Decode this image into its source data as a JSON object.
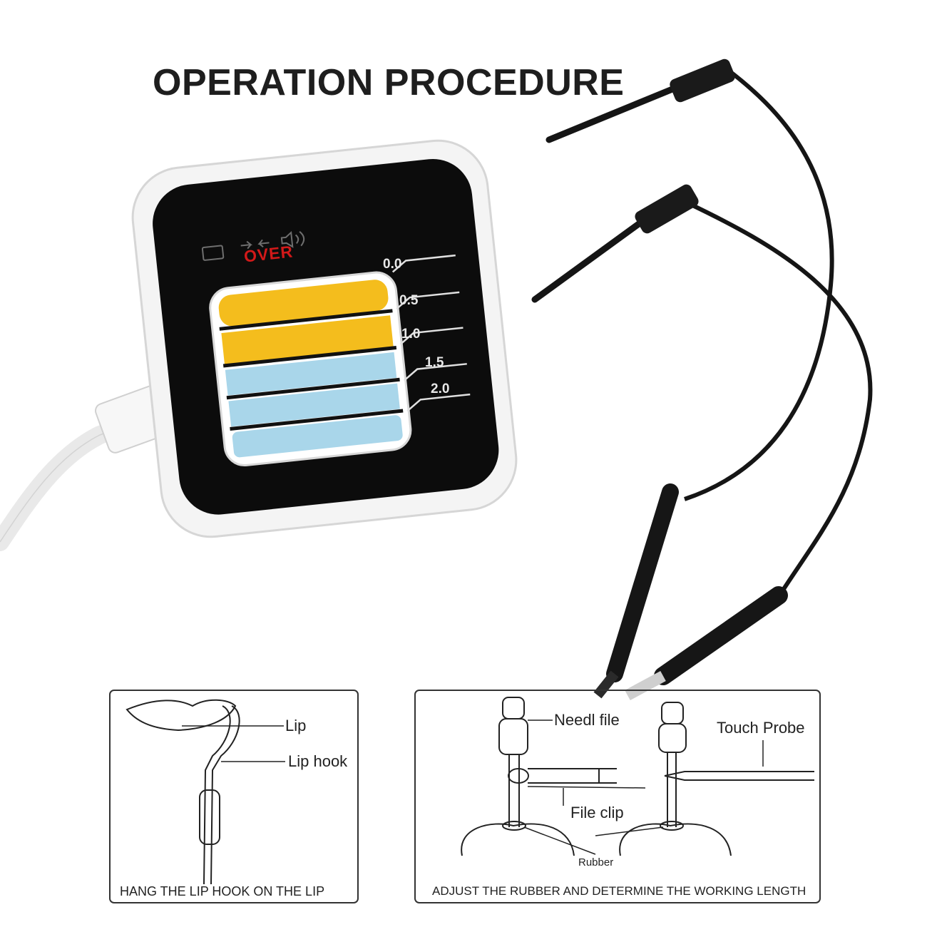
{
  "title": "OPERATION PROCEDURE",
  "device": {
    "indicator": "OVER",
    "scale": [
      "0.0",
      "0.5",
      "1.0",
      "1.5",
      "2.0"
    ],
    "colors": {
      "yellow": "#f4bd1d",
      "blue": "#a9d6ea",
      "screen": "#0c0c0c",
      "over": "#d21919"
    },
    "icons": [
      "battery-icon",
      "arrows-icon",
      "speaker-icon"
    ]
  },
  "panel_left": {
    "labels": {
      "lip": "Lip",
      "lip_hook": "Lip hook"
    },
    "caption": "HANG THE LIP HOOK ON THE LIP"
  },
  "panel_right": {
    "labels": {
      "needle_file": "Needl file",
      "touch_probe": "Touch Probe",
      "file_clip": "File clip",
      "rubber": "Rubber"
    },
    "caption": "ADJUST THE RUBBER AND DETERMINE THE WORKING LENGTH"
  }
}
